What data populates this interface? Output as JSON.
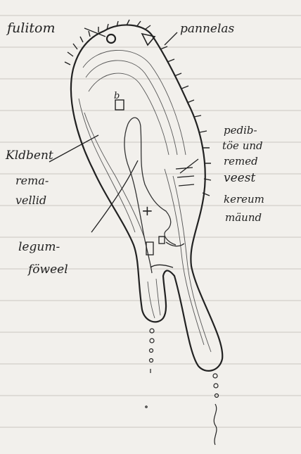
{
  "labels": {
    "top_left": "fulitom",
    "top_right": "pannelas",
    "left_line1": "Kldbent",
    "left_line2": "rema-",
    "left_line3": "vellid",
    "mid_line1": "legum-",
    "mid_line2": "föweel",
    "right_line1": "pedib-",
    "right_line2": "töe und",
    "right_line3": "remed",
    "right_line4": "veest",
    "right_line5": "kereum",
    "right_line6": "mäund"
  },
  "markers": {
    "box_letter": "b",
    "cross": "+"
  },
  "colors": {
    "paper": "#f2f0ec",
    "ruling": "#c9c6c0",
    "ink": "#222222"
  }
}
